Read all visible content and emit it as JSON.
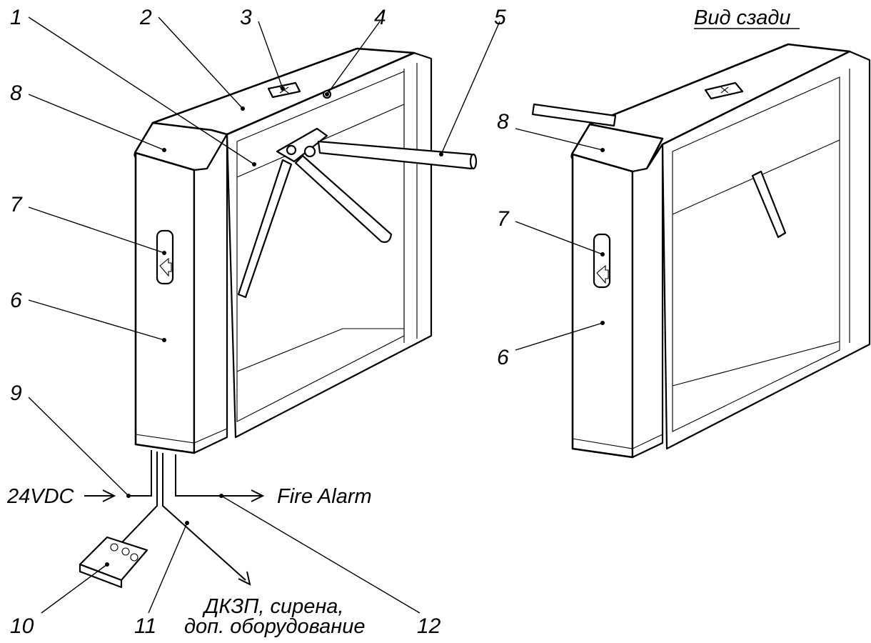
{
  "title": "Вид сзади",
  "labels": {
    "n1": "1",
    "n2": "2",
    "n3": "3",
    "n4": "4",
    "n5": "5",
    "n6": "6",
    "n7": "7",
    "n8": "8",
    "n9": "9",
    "n10": "10",
    "n11": "11",
    "n12": "12",
    "rear_n6": "6",
    "rear_n7": "7",
    "rear_n8": "8"
  },
  "connections": {
    "power": "24VDC",
    "fire": "Fire Alarm",
    "extra_line1": "ДКЗП, сирена,",
    "extra_line2": "доп. оборудование"
  },
  "icons": [
    "arrow-pictogram-icon",
    "cross-indicator-icon",
    "key-lock-icon"
  ]
}
